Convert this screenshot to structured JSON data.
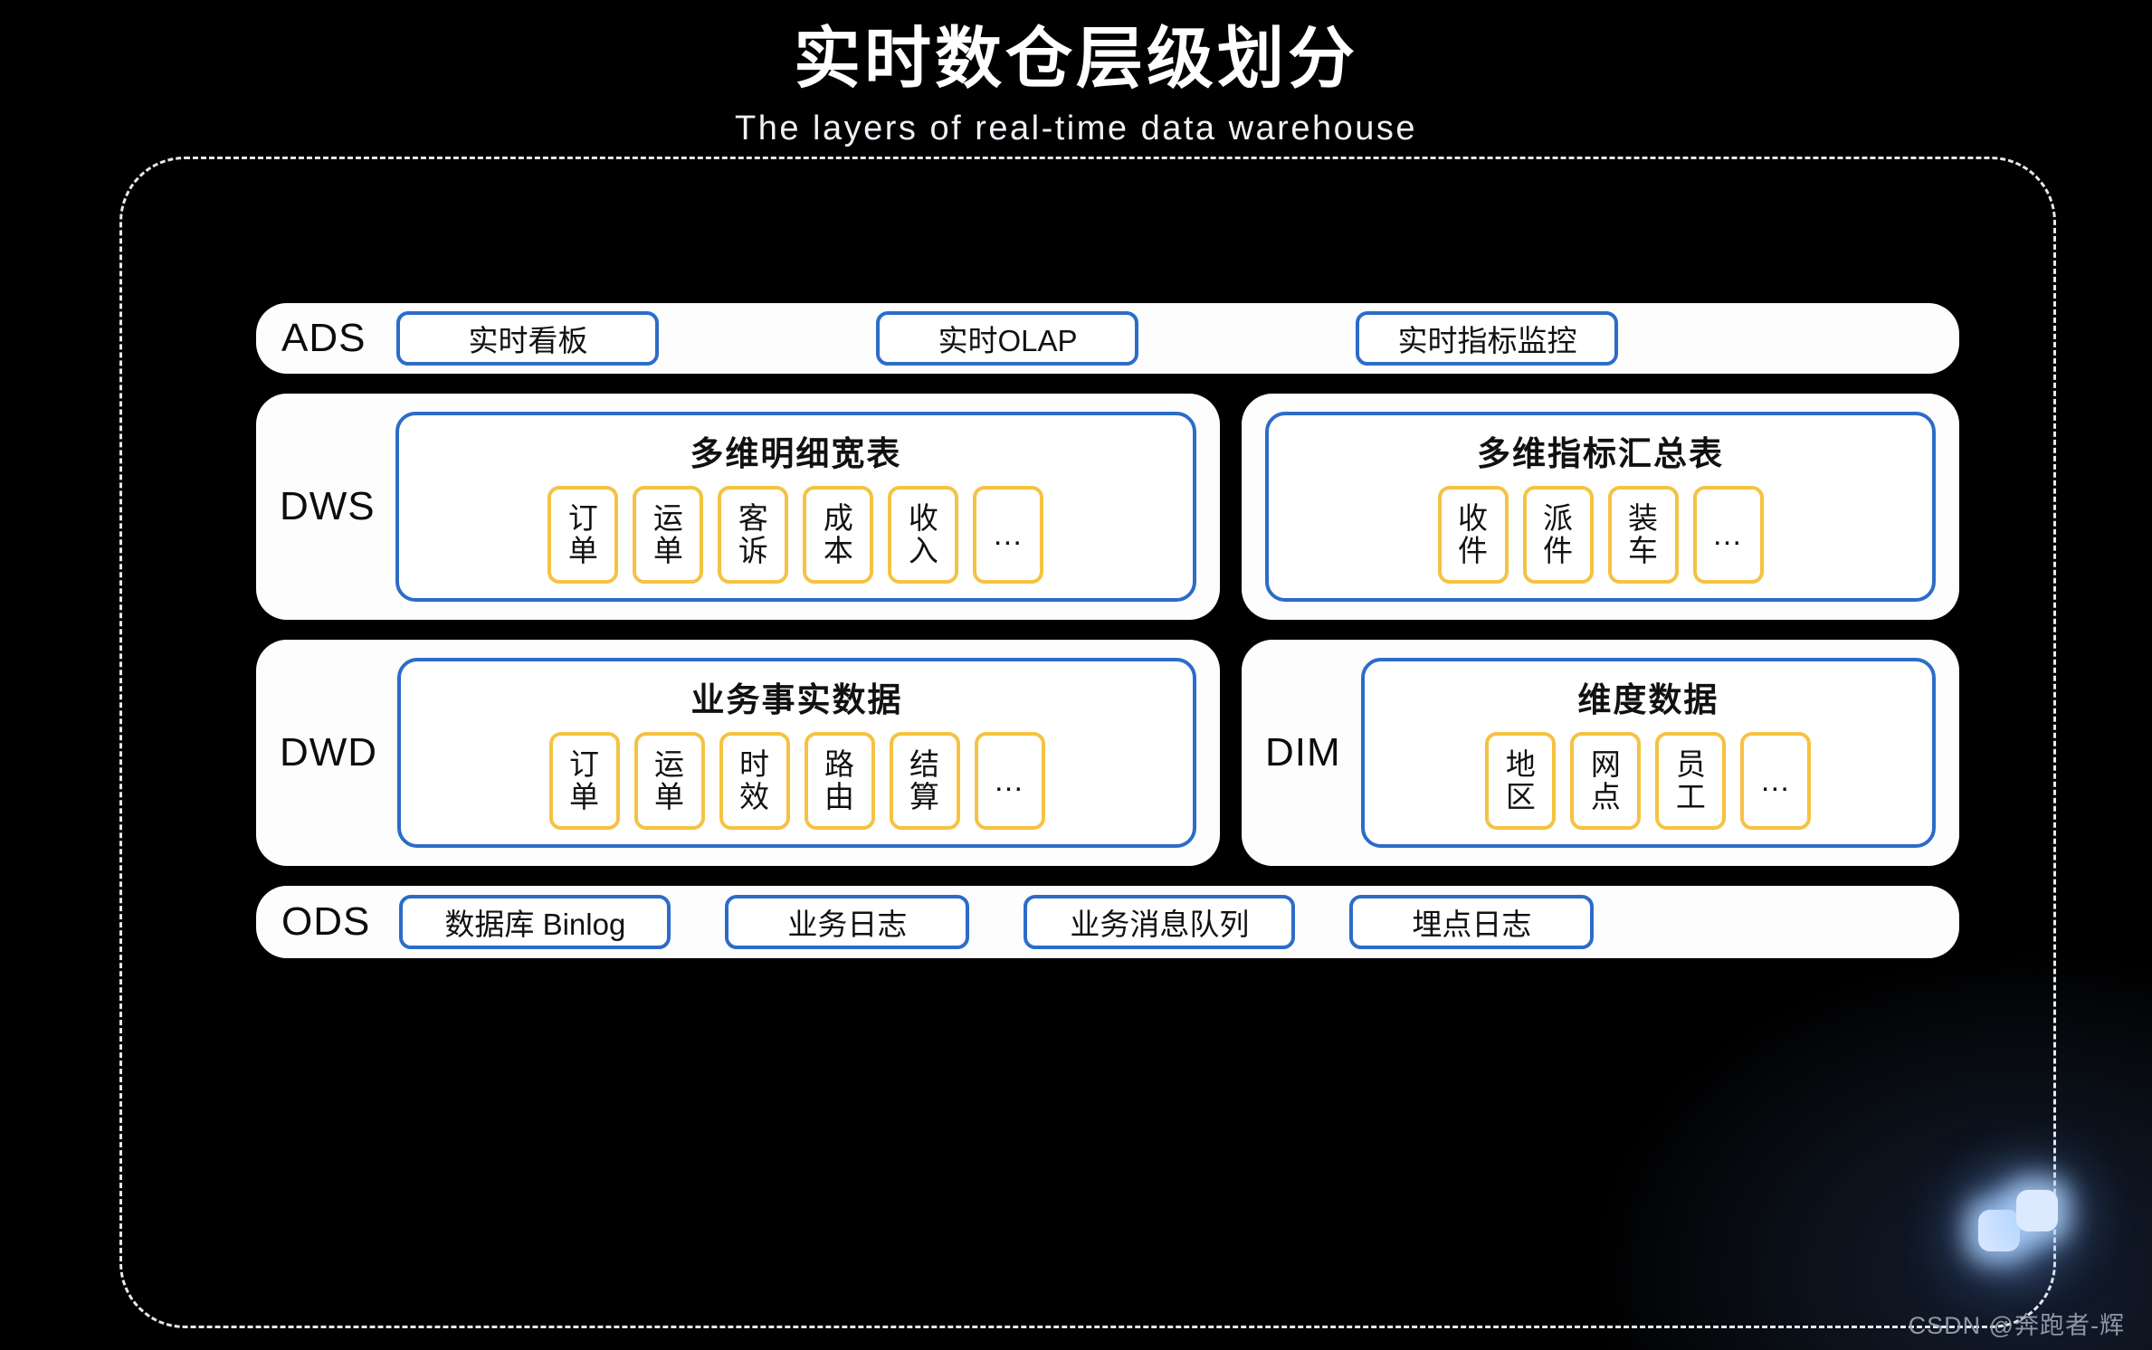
{
  "header": {
    "title": "实时数仓层级划分",
    "subtitle": "The layers of real-time data warehouse"
  },
  "watermark": "CSDN @奔跑者-辉",
  "colors": {
    "background": "#000000",
    "panel": "#fdfdfd",
    "blue_accent": "#2c6cc9",
    "yellow_accent": "#f5c242",
    "text": "#111111",
    "dashed_border": "#e6e9ee"
  },
  "layers": {
    "ads": {
      "label": "ADS",
      "chips": [
        "实时看板",
        "实时OLAP",
        "实时指标监控"
      ]
    },
    "dws": {
      "label": "DWS",
      "groups": [
        {
          "title": "多维明细宽表",
          "tiles": [
            "订单",
            "运单",
            "客诉",
            "成本",
            "收入",
            "…"
          ]
        },
        {
          "title": "多维指标汇总表",
          "tiles": [
            "收件",
            "派件",
            "装车",
            "…"
          ]
        }
      ]
    },
    "dwd": {
      "label": "DWD",
      "groups": [
        {
          "title": "业务事实数据",
          "tiles": [
            "订单",
            "运单",
            "时效",
            "路由",
            "结算",
            "…"
          ]
        }
      ]
    },
    "dim": {
      "label": "DIM",
      "groups": [
        {
          "title": "维度数据",
          "tiles": [
            "地区",
            "网点",
            "员工",
            "…"
          ]
        }
      ]
    },
    "ods": {
      "label": "ODS",
      "chips": [
        "数据库 Binlog",
        "业务日志",
        "业务消息队列",
        "埋点日志"
      ]
    }
  }
}
